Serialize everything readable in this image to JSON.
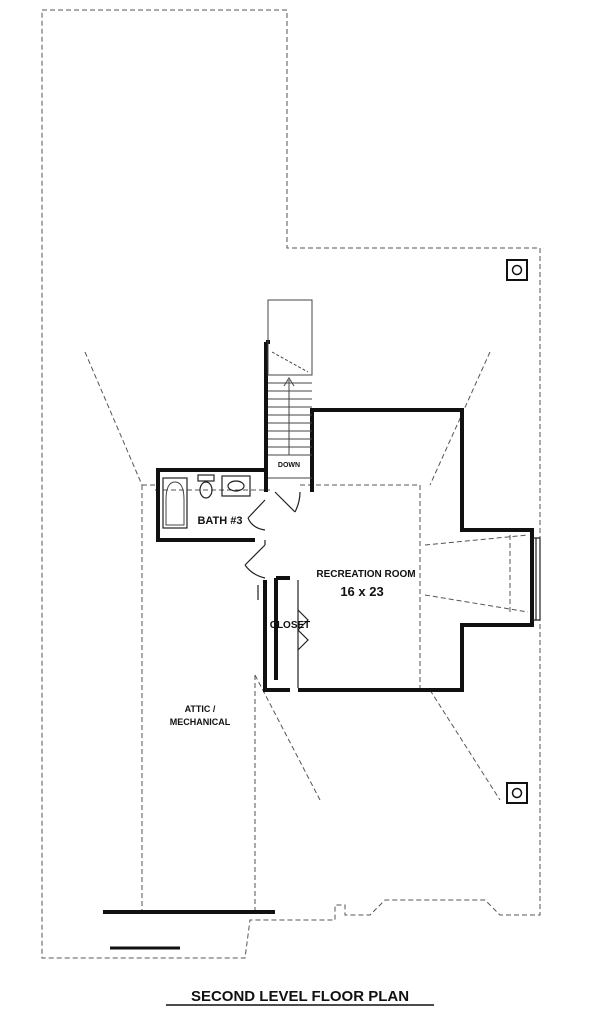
{
  "rooms": {
    "bath": "BATH #3",
    "recreation_name": "RECREATION ROOM",
    "recreation_size": "16 x 23",
    "closet": "CLOSET",
    "attic_line1": "ATTIC /",
    "attic_line2": "MECHANICAL"
  },
  "stair": {
    "label": "DOWN"
  },
  "title": "SECOND LEVEL FLOOR PLAN"
}
